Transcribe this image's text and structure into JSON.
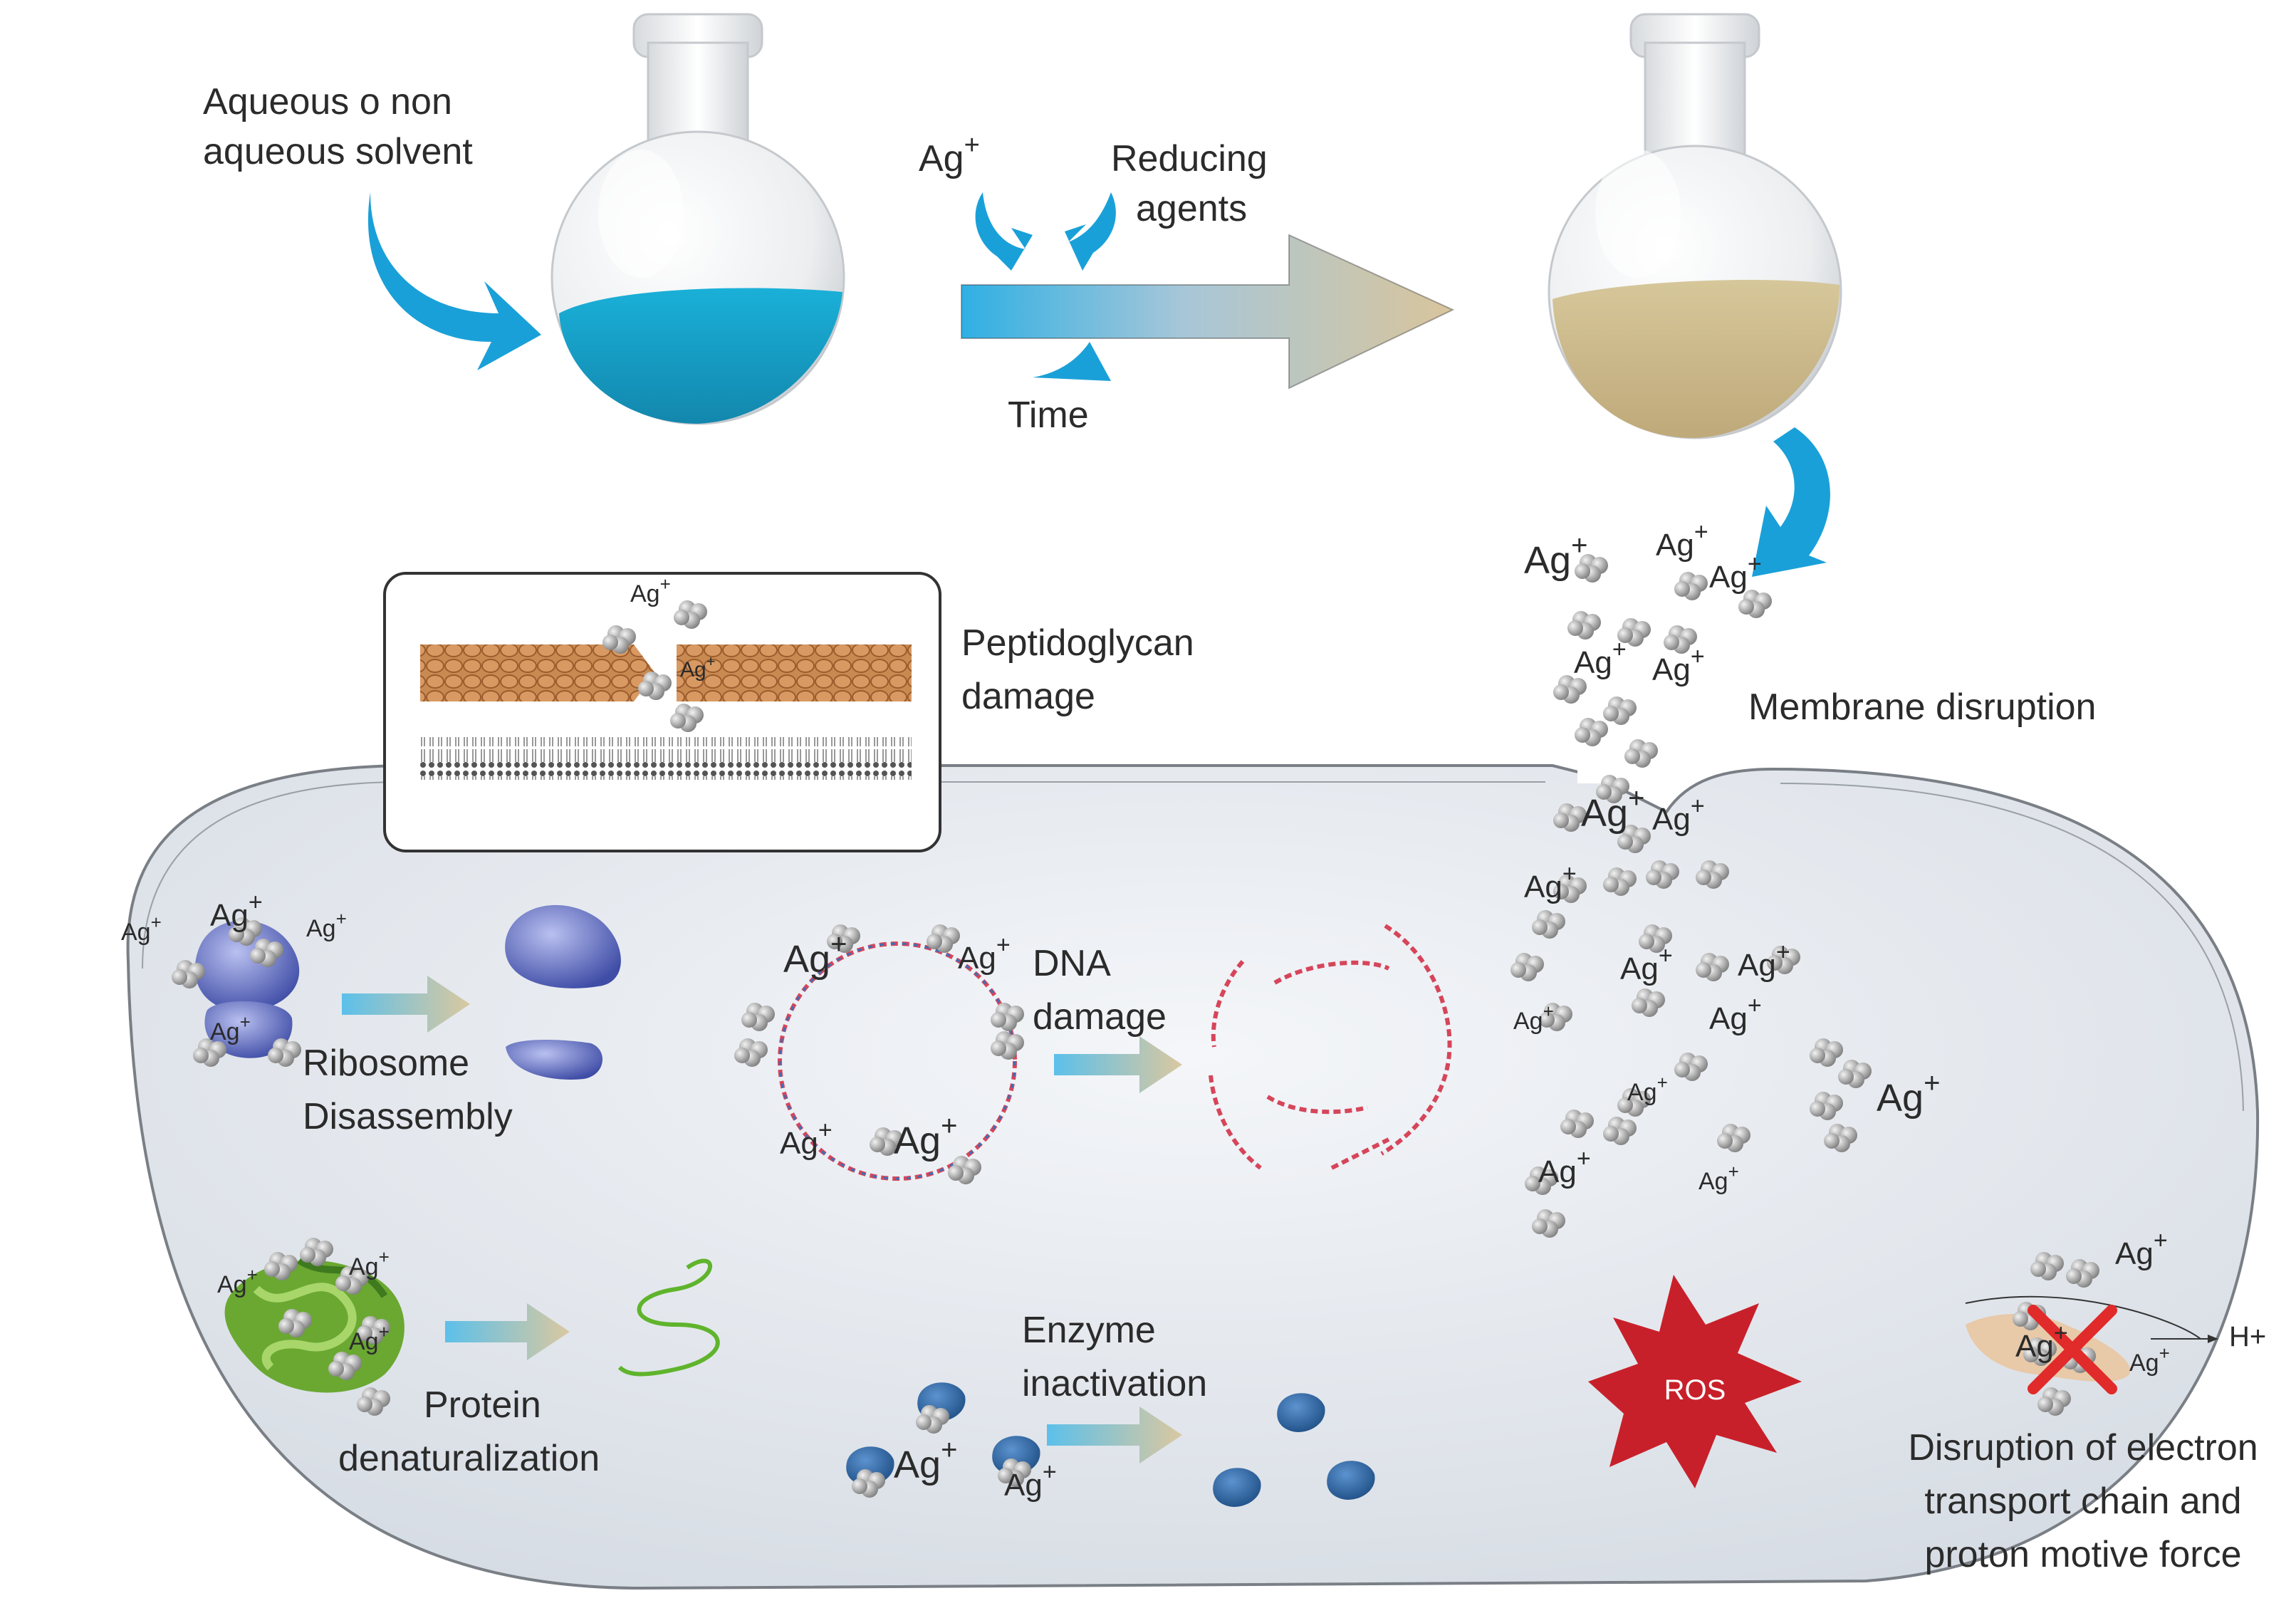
{
  "synthesis": {
    "solvent_label_line1": "Aqueous o non",
    "solvent_label_line2": "aqueous solvent",
    "ag_ion": "Ag+",
    "reducing_line1": "Reducing",
    "reducing_line2": "agents",
    "time_label": "Time"
  },
  "mechanisms": {
    "peptidoglycan_line1": "Peptidoglycan",
    "peptidoglycan_line2": "damage",
    "membrane": "Membrane disruption",
    "ribosome_line1": "Ribosome",
    "ribosome_line2": "Disassembly",
    "dna_line1": "DNA",
    "dna_line2": "damage",
    "protein_line1": "Protein",
    "protein_line2": "denaturalization",
    "enzyme_line1": "Enzyme",
    "enzyme_line2": "inactivation",
    "ros": "ROS",
    "etc_line1": "Disruption of electron",
    "etc_line2": "transport chain and",
    "etc_line3": "proton motive force",
    "proton": "H+"
  },
  "ions": {
    "ag": "Ag",
    "plus": "+"
  },
  "colors": {
    "solvent_blue": "#1a9bc7",
    "nanoparticle_tan": "#cdb98a",
    "arrow_blue": "#29a9e0",
    "arrow_tan": "#d8c7a0",
    "ros_red": "#c8202a",
    "ribosome_blue": "#5563b8",
    "protein_green": "#7ab93a",
    "enzyme_blue": "#2f6aa8",
    "peptidoglycan_orange": "#c77d44",
    "cell_fill": "#e4e8ee"
  }
}
